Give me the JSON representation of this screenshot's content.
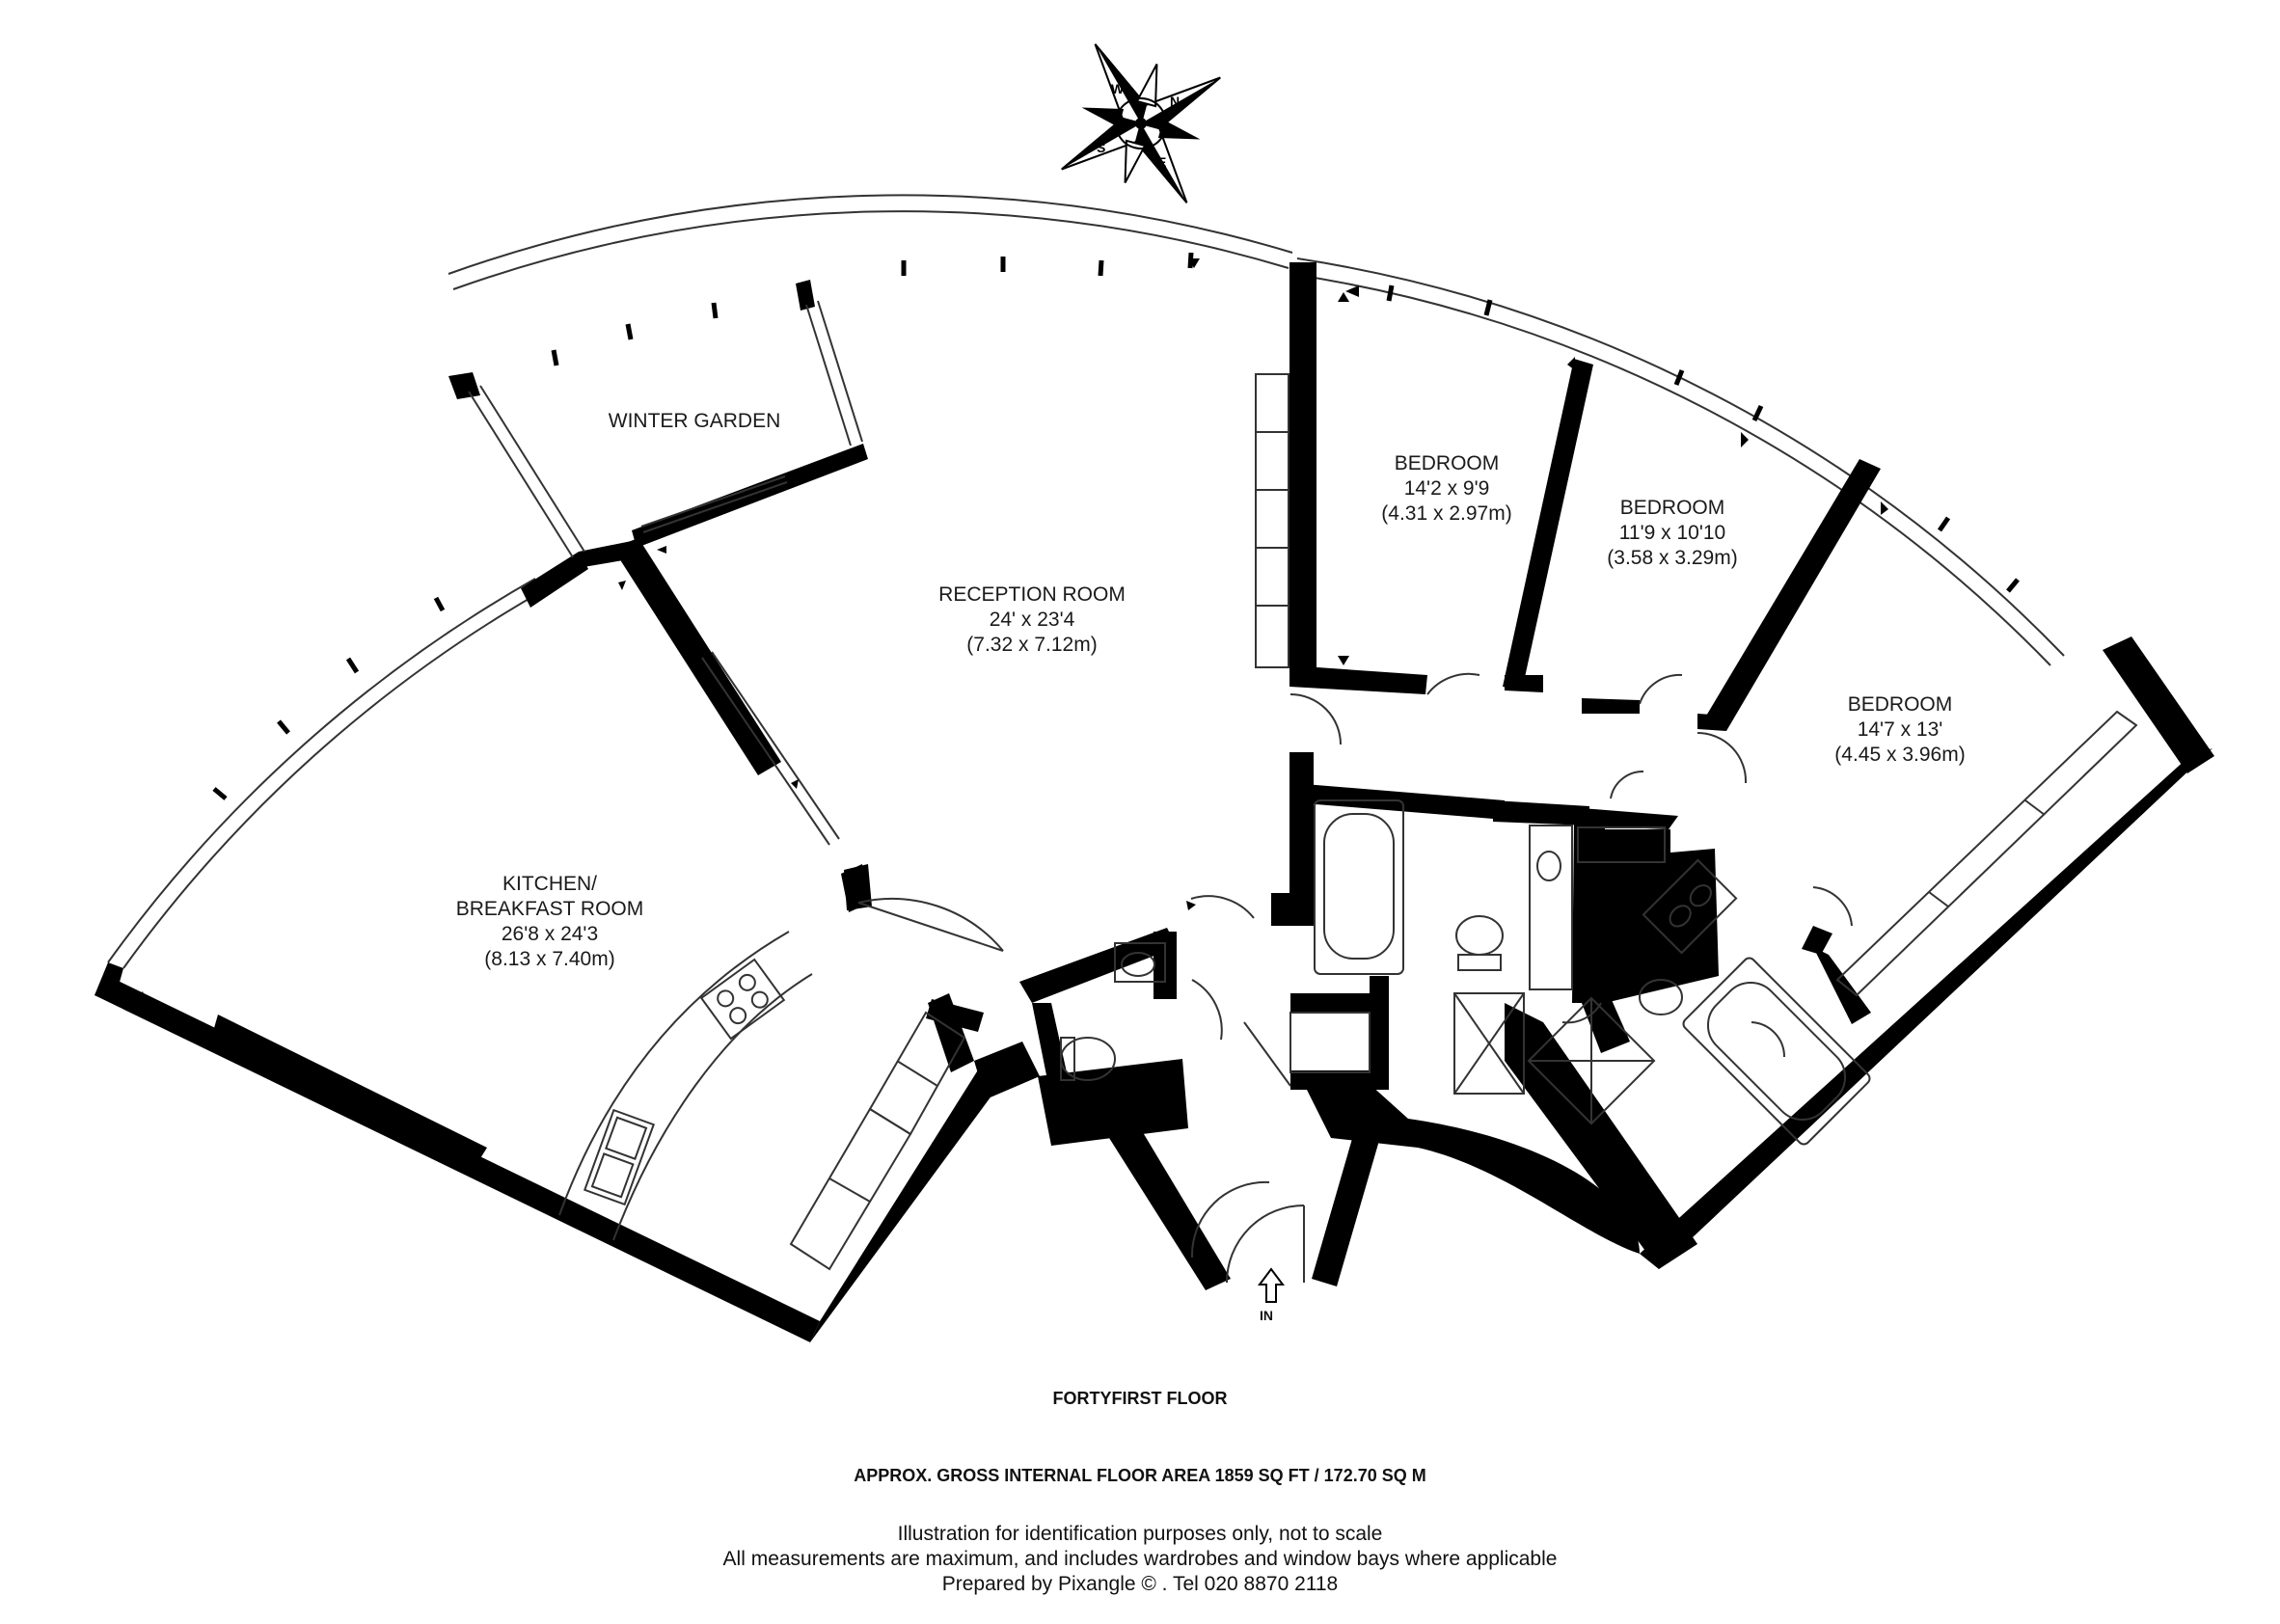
{
  "compass": {
    "letters": {
      "w": "W",
      "n": "N",
      "s": "S",
      "e": "E"
    },
    "icon": "compass-rose-icon"
  },
  "rooms": {
    "winter_garden": {
      "name": "WINTER GARDEN"
    },
    "reception": {
      "name": "RECEPTION ROOM",
      "imperial": "24' x 23'4",
      "metric": "(7.32 x 7.12m)"
    },
    "kitchen": {
      "name_line1": "KITCHEN/",
      "name_line2": "BREAKFAST ROOM",
      "imperial": "26'8 x 24'3",
      "metric": "(8.13 x 7.40m)"
    },
    "bedroom1": {
      "name": "BEDROOM",
      "imperial": "14'2 x 9'9",
      "metric": "(4.31 x 2.97m)"
    },
    "bedroom2": {
      "name": "BEDROOM",
      "imperial": "11'9 x 10'10",
      "metric": "(3.58 x 3.29m)"
    },
    "bedroom3": {
      "name": "BEDROOM",
      "imperial": "14'7 x 13'",
      "metric": "(4.45 x 3.96m)"
    }
  },
  "entrance": {
    "label": "IN"
  },
  "floor": {
    "title": "FORTYFIRST FLOOR"
  },
  "area": {
    "text": "APPROX. GROSS INTERNAL FLOOR AREA 1859 SQ FT / 172.70 SQ M"
  },
  "disclaimer": {
    "line1": "Illustration for identification purposes only, not to scale",
    "line2": "All measurements are maximum, and includes wardrobes and window bays where applicable",
    "line3": "Prepared by Pixangle ©  . Tel 020 8870 2118"
  },
  "colors": {
    "wall": "#000000",
    "line": "#333333",
    "background": "#ffffff"
  }
}
